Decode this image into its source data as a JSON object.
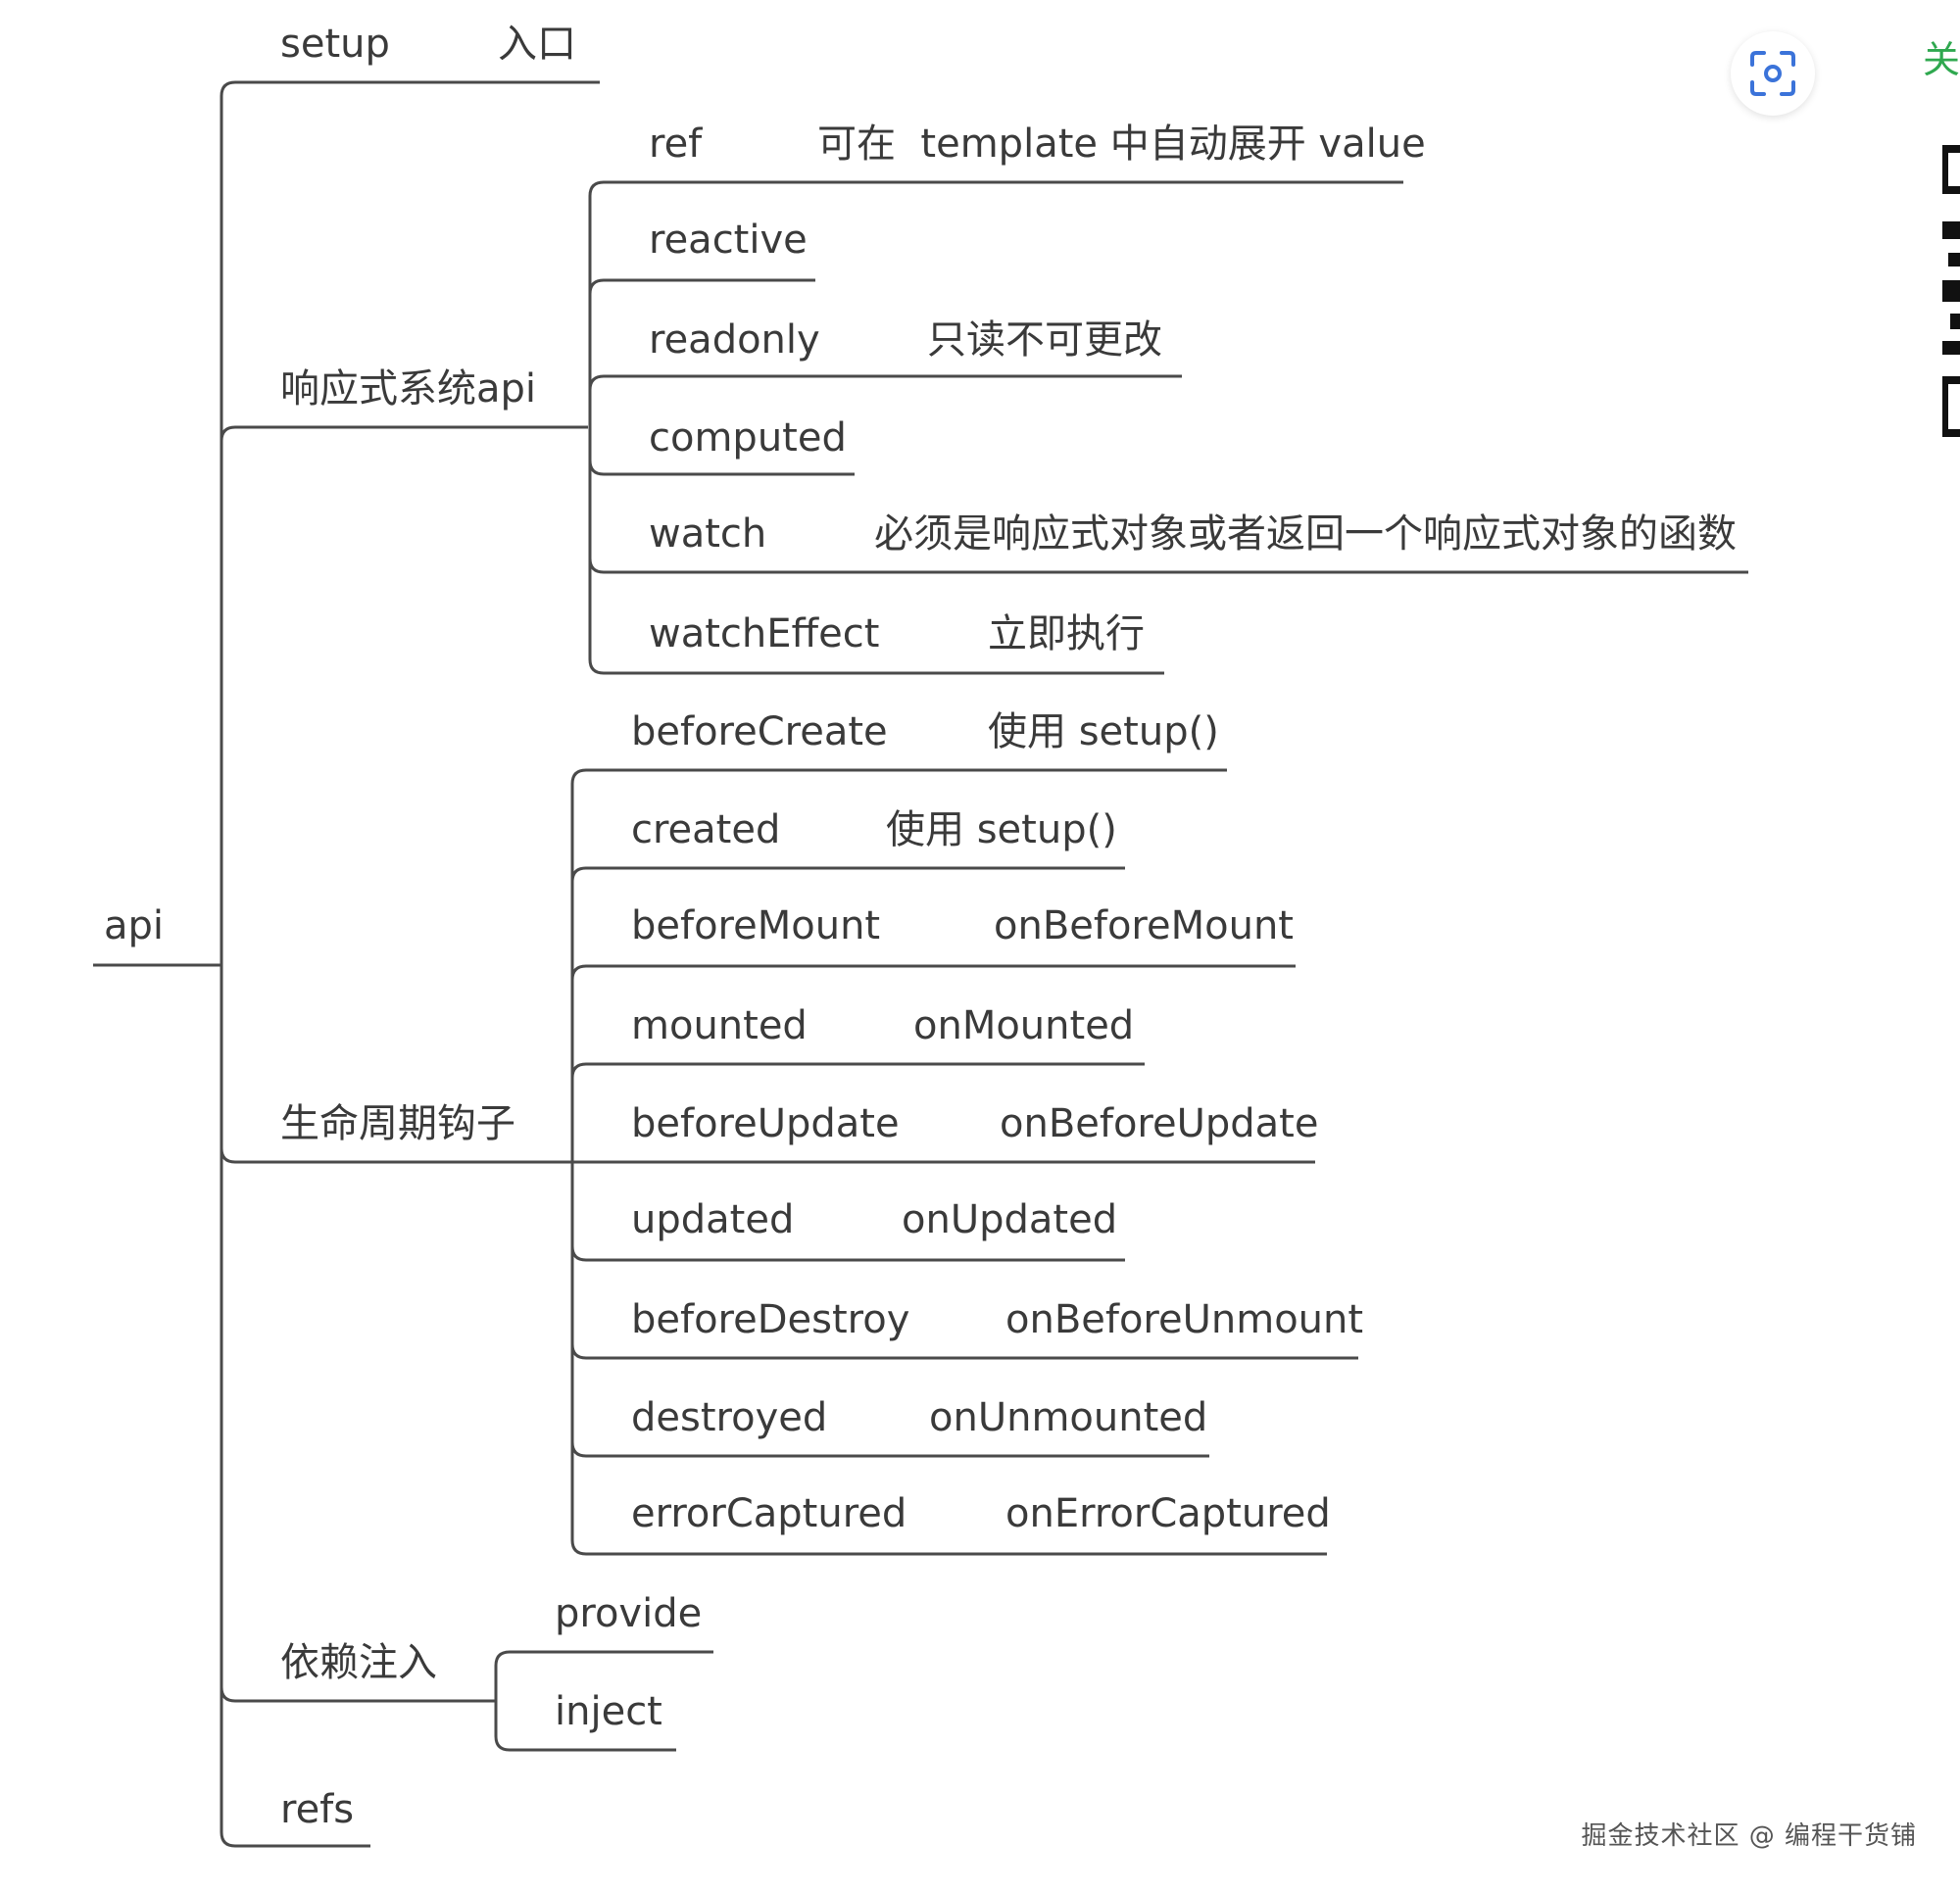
{
  "mindmap": {
    "root": "api",
    "setup": {
      "name": "setup",
      "note": "入口"
    },
    "reactive_api": {
      "name": "响应式系统api",
      "items": [
        {
          "name": "ref",
          "note": "可在  template 中自动展开 value"
        },
        {
          "name": "reactive",
          "note": ""
        },
        {
          "name": "readonly",
          "note": "只读不可更改"
        },
        {
          "name": "computed",
          "note": ""
        },
        {
          "name": "watch",
          "note": "必须是响应式对象或者返回一个响应式对象的函数"
        },
        {
          "name": "watchEffect",
          "note": "立即执行"
        }
      ]
    },
    "lifecycle": {
      "name": "生命周期钩子",
      "items": [
        {
          "name": "beforeCreate",
          "note": "使用 setup()"
        },
        {
          "name": "created",
          "note": "使用 setup()"
        },
        {
          "name": "beforeMount",
          "note": "onBeforeMount"
        },
        {
          "name": "mounted",
          "note": "onMounted"
        },
        {
          "name": "beforeUpdate",
          "note": "onBeforeUpdate"
        },
        {
          "name": "updated",
          "note": "onUpdated"
        },
        {
          "name": "beforeDestroy",
          "note": "onBeforeUnmount"
        },
        {
          "name": "destroyed",
          "note": "onUnmounted"
        },
        {
          "name": "errorCaptured",
          "note": "onErrorCaptured"
        }
      ]
    },
    "di": {
      "name": "依赖注入",
      "items": [
        {
          "name": "provide"
        },
        {
          "name": "inject"
        }
      ]
    },
    "refs": {
      "name": "refs"
    }
  },
  "overlay": {
    "close_label": "关",
    "scan_icon": "scan-icon",
    "watermark": "掘金技术社区 @ 编程干货铺"
  }
}
